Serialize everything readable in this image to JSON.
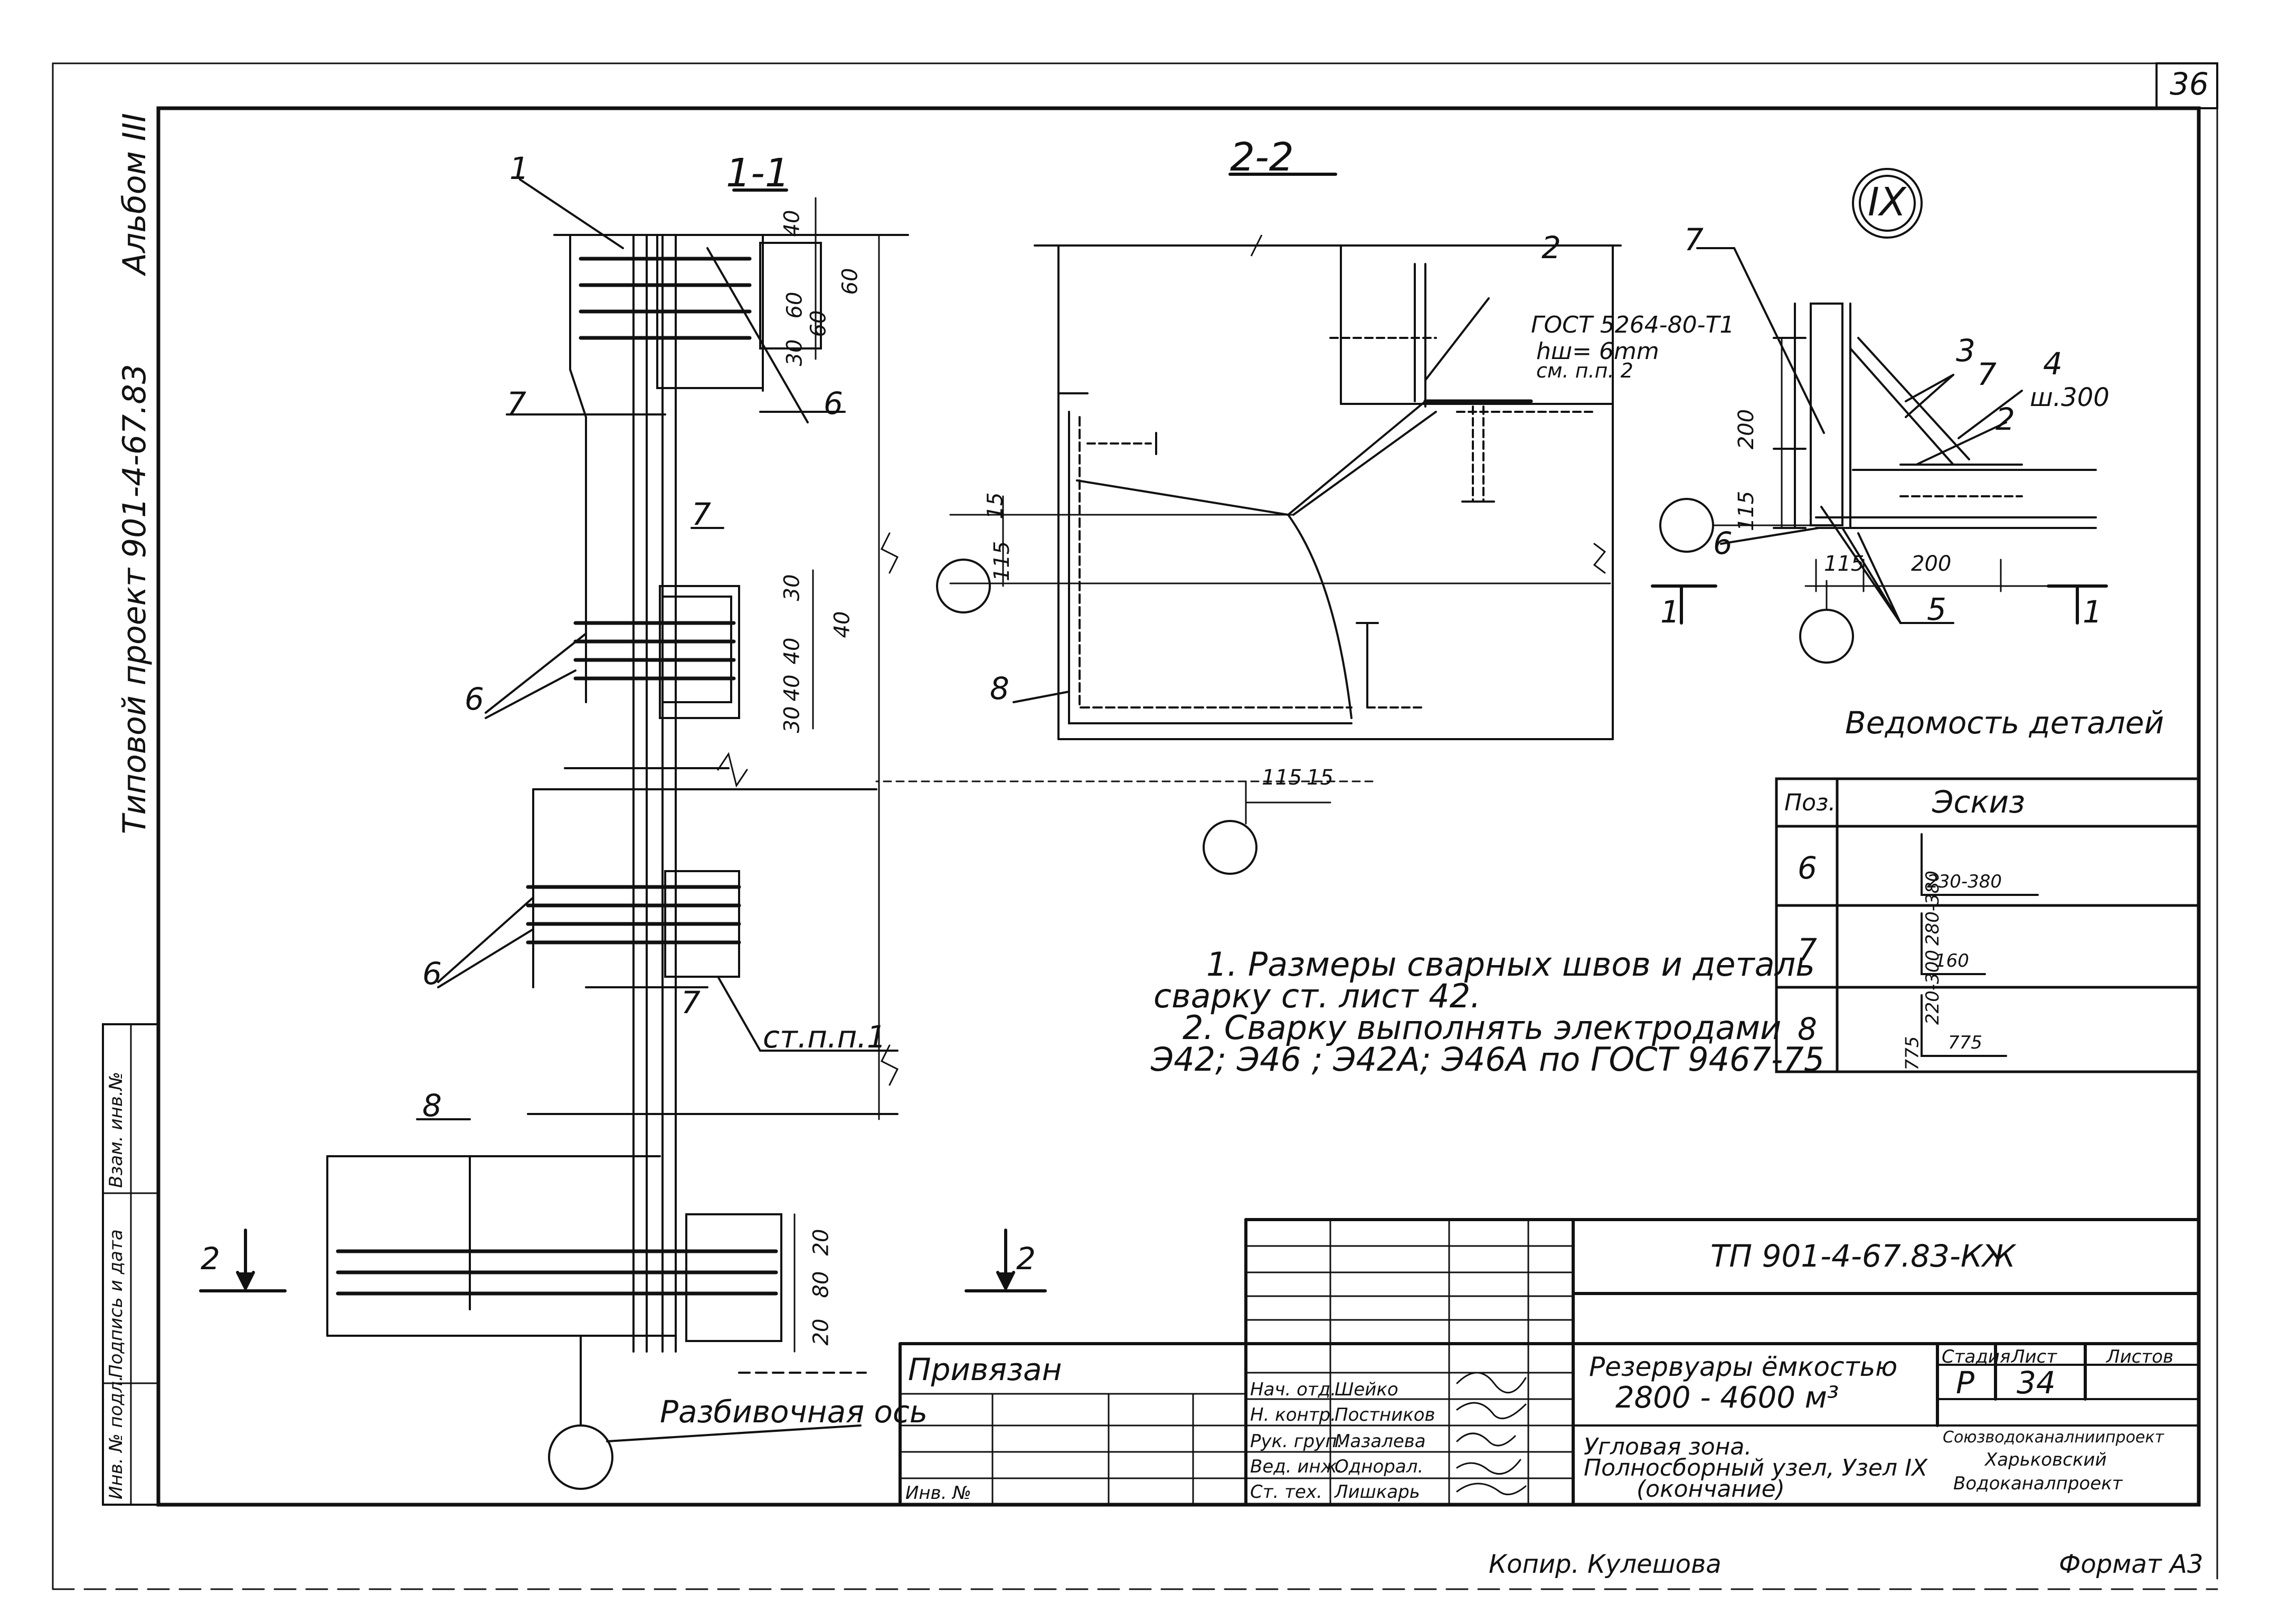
{
  "sheet_corner_number": "36",
  "side_labels": {
    "album": "Альбом III",
    "project": "Типовой  проект 901-4-67.83",
    "inv_podl": "Инв. № подл.",
    "podpis": "Подпись и дата",
    "vzam": "Взам. инв.№"
  },
  "sections": {
    "s11": "1-1",
    "s22": "2-2",
    "node": "IX"
  },
  "callouts": {
    "p1": "1",
    "p2": "2",
    "p2b": "2",
    "p3": "3",
    "p4": "4",
    "p4sub": "ш.300",
    "p5": "5",
    "p6a": "6",
    "p6b": "6",
    "p6c": "6",
    "p6d": "6",
    "p7a": "7",
    "p7b": "7",
    "p7c": "7",
    "p7d": "7",
    "p7e": "7",
    "p8a": "8",
    "p8b": "8",
    "stpp": "ст.п.п.1",
    "cut2a": "2",
    "cut2b": "2",
    "cut1a": "1",
    "cut1b": "1",
    "axis": "Разбивочная ось",
    "gost_weld": "ГОСТ 5264-80-Т1",
    "hw": "hш= 6mm",
    "see": "см. п.п. 2"
  },
  "dims": {
    "d40a": "40",
    "d60a": "60",
    "d60b": "60",
    "d60c": "60",
    "d30a": "30",
    "d30b": "30",
    "d40b": "40",
    "d40c": "40",
    "d40d": "40",
    "d30c": "30",
    "d20a": "20",
    "d80": "80",
    "d20b": "20",
    "d15a": "15",
    "d115a": "115",
    "d115b": "115",
    "d15b": "15",
    "d200a": "200",
    "d115c": "115",
    "d115d": "115",
    "d200b": "200"
  },
  "notes": {
    "n1": "1. Размеры сварных швов и деталь",
    "n1b": "сварку  ст.  лист 42.",
    "n2": "2. Сварку  выполнять  электродами",
    "n2b": "Э42;  Э46 ;  Э42А;  Э46А   по  ГОСТ 9467-75"
  },
  "details_table": {
    "title": "Ведомость  деталей",
    "col_pos": "Поз.",
    "col_sketch": "Эскиз",
    "rows": [
      {
        "pos": "6",
        "v": "280-380",
        "h": "230-380"
      },
      {
        "pos": "7",
        "v": "220-300",
        "h": "160"
      },
      {
        "pos": "8",
        "v": "775",
        "h": "775"
      }
    ]
  },
  "title_block": {
    "code": "ТП 901-4-67.83-КЖ",
    "privyazan": "Привязан",
    "inv": "Инв. №",
    "roles": [
      "Нач. отд.",
      "Н. контр.",
      "Рук. груп.",
      "Вед. инж.",
      "Ст. тех."
    ],
    "names": [
      "Шейко",
      "Постников",
      "Мазалева",
      "Однорал.",
      "Лишкарь"
    ],
    "object": "Резервуары  ёмкостью",
    "object2": "2800 - 4600 м³",
    "sheet_title1": "Угловая  зона.",
    "sheet_title2": "Полносборный узел, Узел IX",
    "sheet_title3": "(окончание)",
    "stage_h": "Стадия",
    "sheet_h": "Лист",
    "sheets_h": "Листов",
    "stage": "Р",
    "sheet": "34",
    "org1": "Союзводоканалниипроект",
    "org2": "Харьковский",
    "org3": "Водоканалпроект"
  },
  "footer": {
    "copied": "Копир.  Кулешова",
    "format": "Формат А3"
  }
}
